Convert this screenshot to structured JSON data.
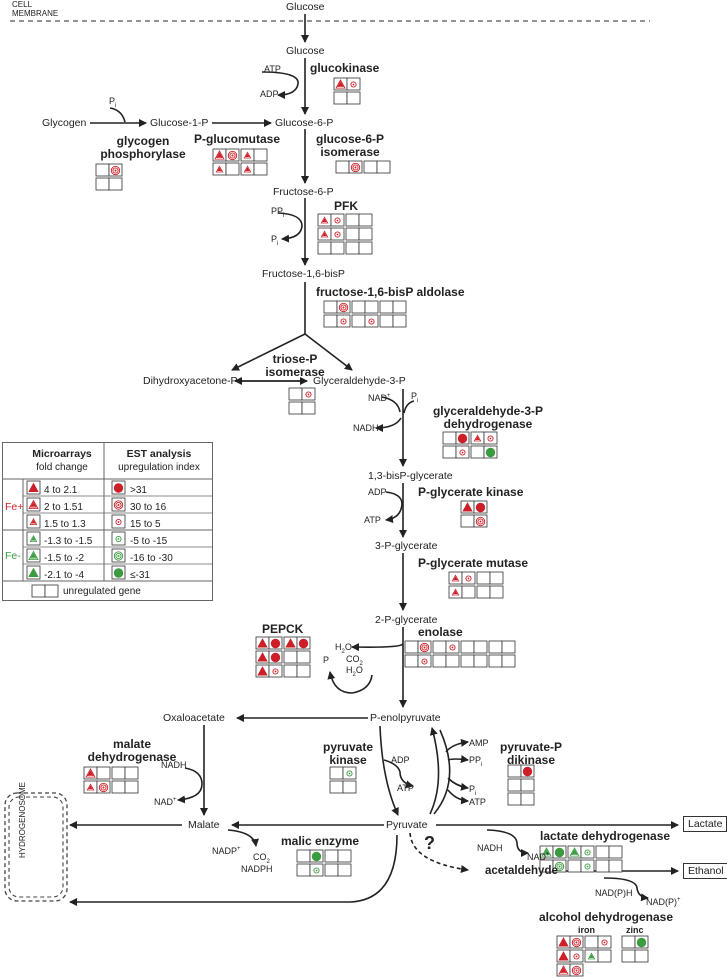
{
  "header": {
    "cell_membrane": "CELL\nMEMBRANE"
  },
  "metabolites": {
    "glucose_out": "Glucose",
    "glucose_in": "Glucose",
    "glycogen": "Glycogen",
    "glucose_1p": "Glucose-1-P",
    "glucose_6p": "Glucose-6-P",
    "fructose_6p": "Fructose-6-P",
    "fructose_16bisp": "Fructose-1,6-bisP",
    "dhap": "Dihydroxyacetone-P",
    "g3p": "Glyceraldehyde-3-P",
    "bpg": "1,3-bisP-glycerate",
    "pg3": "3-P-glycerate",
    "pg2": "2-P-glycerate",
    "pep": "P-enolpyruvate",
    "oxaloacetate": "Oxaloacetate",
    "malate": "Malate",
    "pyruvate": "Pyruvate",
    "acetaldehyde": "acetaldehyde",
    "lactate": "Lactate",
    "ethanol": "Ethanol",
    "hydrogenosome": "HYDROGENOSOME",
    "unknown_step": "?"
  },
  "cofactors": {
    "atp1": "ATP",
    "adp1": "ADP",
    "pi_glycogen": "P",
    "pi_glycogen_sub": "i",
    "ppi_pfk": "PP",
    "ppi_pfk_sub": "i",
    "pi_pfk": "P",
    "pi_pfk_sub": "i",
    "nad_g3p": "NAD",
    "nad_g3p_sup": "+",
    "pi_g3p": "P",
    "pi_g3p_sub": "i",
    "nadh_g3p": "NADH",
    "adp_pgk": "ADP",
    "atp_pgk": "ATP",
    "h2o_enolase": "H",
    "h2o_enolase_sub": "2",
    "h2o_enolase_end": "O",
    "p_pepck": "P",
    "co2_pepck": "CO",
    "co2_pepck_sub": "2",
    "h2o_pepck": "H",
    "h2o_pepck_sub": "2",
    "h2o_pepck_end": "O",
    "nadh_mdh": "NADH",
    "nad_mdh": "NAD",
    "nad_mdh_sup": "+",
    "adp_pk": "ADP",
    "atp_pk": "ATP",
    "amp_ppdk": "AMP",
    "ppi_ppdk": "PP",
    "ppi_ppdk_sub": "i",
    "pi_ppdk": "P",
    "pi_ppdk_sub": "i",
    "atp_ppdk": "ATP",
    "nadp_me": "NADP",
    "nadp_me_sup": "+",
    "co2_me": "CO",
    "co2_me_sub": "2",
    "nadph_me": "NADPH",
    "nadh_ldh": "NADH",
    "nad_ldh": "NAD",
    "nad_ldh_sup": "+",
    "nadph_adh": "NAD(P)H",
    "nadp_adh": "NAD(P)",
    "nadp_adh_sup": "+"
  },
  "enzymes": {
    "glucokinase": "glucokinase",
    "glycogen_phosphorylase_1": "glycogen",
    "glycogen_phosphorylase_2": "phosphorylase",
    "p_glucomutase": "P-glucomutase",
    "g6p_isomerase_1": "glucose-6-P",
    "g6p_isomerase_2": "isomerase",
    "pfk": "PFK",
    "aldolase": "fructose-1,6-bisP aldolase",
    "tpi_1": "triose-P",
    "tpi_2": "isomerase",
    "gapdh_1": "glyceraldehyde-3-P",
    "gapdh_2": "dehydrogenase",
    "pgk": "P-glycerate kinase",
    "pgm": "P-glycerate mutase",
    "enolase": "enolase",
    "pepck": "PEPCK",
    "mdh_1": "malate",
    "mdh_2": "dehydrogenase",
    "pk_1": "pyruvate",
    "pk_2": "kinase",
    "ppdk_1": "pyruvate-P",
    "ppdk_2": "dikinase",
    "malic_enzyme": "malic enzyme",
    "ldh": "lactate dehydrogenase",
    "adh": "alcohol dehydrogenase",
    "adh_iron": "iron",
    "adh_zinc": "zinc"
  },
  "legend": {
    "col1_title": "Microarrays",
    "col1_sub": "fold change",
    "col2_title": "EST analysis",
    "col2_sub": "upregulation index",
    "fe_plus": "Fe+",
    "fe_minus": "Fe-",
    "rows": [
      {
        "fold": "4 to 2.1",
        "est": ">31"
      },
      {
        "fold": "2 to 1.51",
        "est": "30 to 16"
      },
      {
        "fold": "1.5 to 1.3",
        "est": "15 to 5"
      },
      {
        "fold": "-1.3 to -1.5",
        "est": "-5 to -15"
      },
      {
        "fold": "-1.5 to -2",
        "est": "-16 to -30"
      },
      {
        "fold": "-2.1 to -4",
        "est": "≤-31"
      }
    ],
    "unregulated": "unregulated gene"
  },
  "colors": {
    "up": "#cc1f27",
    "down": "#3a9b3f",
    "feplus": "#cc1f27",
    "feminus": "#3a9b3f",
    "line": "#222222"
  }
}
